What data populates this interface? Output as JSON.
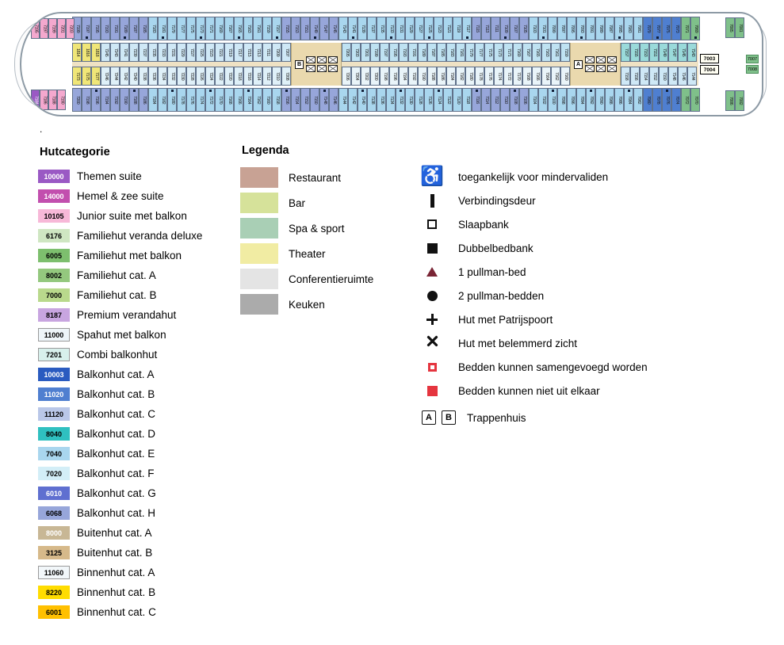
{
  "page": {
    "note": "."
  },
  "ship": {
    "bow": {
      "top_numbers": [
        "7195",
        "7197",
        "7199",
        "7201",
        "7203"
      ],
      "top_color": "#f4a8ce",
      "bottom_numbers": [
        "7184",
        "7186",
        "7188",
        "7190"
      ],
      "bottom_colors": [
        "#9a59c4",
        "#f4a8ce",
        "#f4a8ce",
        "#f4a8ce"
      ]
    },
    "rows": {
      "top": [
        {
          "count": 8,
          "start": 7199,
          "step": -2,
          "color": "#97a6da"
        },
        {
          "count": 14,
          "start": 7183,
          "step": -2,
          "color": "#a9d6ee"
        },
        {
          "count": 6,
          "start": 7155,
          "step": -2,
          "color": "#97a6da"
        },
        {
          "count": 14,
          "start": 7143,
          "step": -2,
          "color": "#a9d6ee"
        },
        {
          "count": 6,
          "start": 7115,
          "step": -2,
          "color": "#97a6da"
        },
        {
          "count": 12,
          "start": 7103,
          "step": -2,
          "color": "#a9d6ee"
        },
        {
          "count": 4,
          "start": 7079,
          "step": -2,
          "color": "#4f7fd0"
        },
        {
          "count": 2,
          "start": 7071,
          "step": -2,
          "color": "#7fc08a"
        }
      ],
      "bottom": [
        {
          "count": 8,
          "start": 7200,
          "step": -2,
          "color": "#97a6da"
        },
        {
          "count": 14,
          "start": 7184,
          "step": -2,
          "color": "#a9d6ee"
        },
        {
          "count": 6,
          "start": 7156,
          "step": -2,
          "color": "#97a6da"
        },
        {
          "count": 14,
          "start": 7144,
          "step": -2,
          "color": "#a9d6ee"
        },
        {
          "count": 6,
          "start": 7116,
          "step": -2,
          "color": "#97a6da"
        },
        {
          "count": 12,
          "start": 7104,
          "step": -2,
          "color": "#a9d6ee"
        },
        {
          "count": 4,
          "start": 7080,
          "step": -2,
          "color": "#4f7fd0"
        },
        {
          "count": 2,
          "start": 7072,
          "step": -2,
          "color": "#7fc08a"
        }
      ],
      "mid": [
        {
          "type": "cabins",
          "topList": [
            "1814",
            "1816",
            "1818"
          ],
          "bottomList": [
            "7173",
            "7175",
            "7177"
          ],
          "topColor": "#f0e678",
          "bottomColor": "#f0e678"
        },
        {
          "type": "cabins",
          "count": 20,
          "topStart": 7245,
          "bottomStart": 7246,
          "step": -2,
          "topColor": "#cfe8f6",
          "bottomColor": "#dff0f8"
        },
        {
          "type": "lobby",
          "letter": "B"
        },
        {
          "type": "cabins",
          "count": 24,
          "topStart": 7205,
          "bottomStart": 7206,
          "step": -2,
          "topColor": "#bfe2f2",
          "bottomColor": "#e9f4f9"
        },
        {
          "type": "lobby",
          "letter": "A"
        },
        {
          "type": "cabins",
          "count": 8,
          "topStart": 7157,
          "bottomStart": 7158,
          "step": -2,
          "topColor": "#9adada",
          "bottomColor": "#cfe8f6"
        }
      ]
    },
    "stern": {
      "white": [
        "7003",
        "7004"
      ],
      "green_top": [
        "7005",
        "7001"
      ],
      "green_bottom": [
        "7006",
        "7002"
      ],
      "green_tip": [
        "7007",
        "7008"
      ],
      "green_color": "#7fc08a"
    }
  },
  "categories": {
    "title": "Hutcategorie",
    "items": [
      {
        "code": "10000",
        "label": "Themen suite",
        "color": "#9a59c4",
        "text": "#ffffff"
      },
      {
        "code": "14000",
        "label": "Hemel & zee suite",
        "color": "#c24fae",
        "text": "#ffffff"
      },
      {
        "code": "10105",
        "label": "Junior suite met balkon",
        "color": "#f7b8d8",
        "text": "#000000"
      },
      {
        "code": "6176",
        "label": "Familiehut veranda deluxe",
        "color": "#cfe6c2",
        "text": "#000000"
      },
      {
        "code": "6005",
        "label": "Familiehut met balkon",
        "color": "#7dbf6e",
        "text": "#000000"
      },
      {
        "code": "8002",
        "label": "Familiehut cat. A",
        "color": "#94c87e",
        "text": "#000000"
      },
      {
        "code": "7000",
        "label": "Familiehut cat. B",
        "color": "#b9d98c",
        "text": "#000000"
      },
      {
        "code": "8187",
        "label": "Premium verandahut",
        "color": "#c8a5e0",
        "text": "#000000"
      },
      {
        "code": "11000",
        "label": "Spahut met balkon",
        "color": "#eef5f9",
        "text": "#000000",
        "border": "#9a9a9a"
      },
      {
        "code": "7201",
        "label": "Combi balkonhut",
        "color": "#d8f0ec",
        "text": "#000000",
        "border": "#9a9a9a"
      },
      {
        "code": "10003",
        "label": "Balkonhut cat. A",
        "color": "#2a5bc0",
        "text": "#ffffff"
      },
      {
        "code": "11020",
        "label": "Balkonhut cat. B",
        "color": "#4f7fd0",
        "text": "#ffffff"
      },
      {
        "code": "11120",
        "label": "Balkonhut cat. C",
        "color": "#b9c7e8",
        "text": "#000000"
      },
      {
        "code": "8040",
        "label": "Balkonhut cat. D",
        "color": "#2fc0c0",
        "text": "#000000"
      },
      {
        "code": "7040",
        "label": "Balkonhut cat. E",
        "color": "#a9d6ee",
        "text": "#000000"
      },
      {
        "code": "7020",
        "label": "Balkonhut cat. F",
        "color": "#d3eef7",
        "text": "#000000"
      },
      {
        "code": "6010",
        "label": "Balkonhut cat. G",
        "color": "#5f6fd0",
        "text": "#ffffff"
      },
      {
        "code": "6068",
        "label": "Balkonhut cat. H",
        "color": "#97a6da",
        "text": "#000000"
      },
      {
        "code": "8000",
        "label": "Buitenhut cat. A",
        "color": "#c8b795",
        "text": "#ffffff"
      },
      {
        "code": "3125",
        "label": "Buitenhut cat. B",
        "color": "#d6b98a",
        "text": "#000000"
      },
      {
        "code": "11060",
        "label": "Binnenhut cat. A",
        "color": "#f2f7fa",
        "text": "#000000",
        "border": "#9a9a9a"
      },
      {
        "code": "8220",
        "label": "Binnenhut cat. B",
        "color": "#ffdc00",
        "text": "#000000"
      },
      {
        "code": "6001",
        "label": "Binnenhut cat. C",
        "color": "#ffc000",
        "text": "#000000"
      }
    ]
  },
  "legend": {
    "title": "Legenda",
    "items": [
      {
        "label": "Restaurant",
        "color": "#c8a294"
      },
      {
        "label": "Bar",
        "color": "#d6e29a"
      },
      {
        "label": "Spa & sport",
        "color": "#a9cfb5"
      },
      {
        "label": "Theater",
        "color": "#f1eca3"
      },
      {
        "label": "Conferentieruimte",
        "color": "#e4e4e4"
      },
      {
        "label": "Keuken",
        "color": "#ababab"
      }
    ]
  },
  "symbols": {
    "items": [
      {
        "icon": "wheelchair-icon",
        "label": "toegankelijk voor mindervaliden"
      },
      {
        "icon": "connecting-door-icon",
        "label": "Verbindingsdeur"
      },
      {
        "icon": "sofa-bed-icon",
        "label": "Slaapbank"
      },
      {
        "icon": "double-sofa-bed-icon",
        "label": "Dubbelbedbank"
      },
      {
        "icon": "pullman-1-icon",
        "label": "1 pullman-bed"
      },
      {
        "icon": "pullman-2-icon",
        "label": "2 pullman-bedden"
      },
      {
        "icon": "porthole-icon",
        "label": "Hut met Patrijspoort"
      },
      {
        "icon": "obstructed-view-icon",
        "label": "Hut met belemmerd zicht"
      },
      {
        "icon": "beds-joinable-icon",
        "label": "Bedden kunnen samengevoegd worden"
      },
      {
        "icon": "beds-fixed-icon",
        "label": "Bedden kunnen niet uit elkaar"
      }
    ],
    "stairs": {
      "letters": [
        "A",
        "B"
      ],
      "label": "Trappenhuis"
    }
  }
}
